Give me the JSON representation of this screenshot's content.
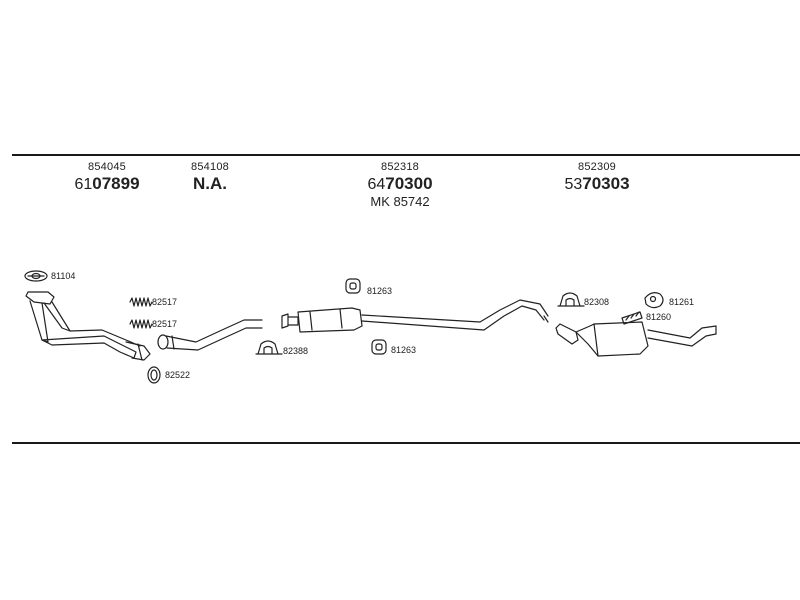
{
  "headers": [
    {
      "code": "854045",
      "part_prefix": "61",
      "part_bold": "07899",
      "sub": ""
    },
    {
      "code": "854108",
      "part_prefix": "",
      "part_bold": "N.A.",
      "sub": ""
    },
    {
      "code": "852318",
      "part_prefix": "64",
      "part_bold": "70300",
      "sub": "MK 85742"
    },
    {
      "code": "852309",
      "part_prefix": "53",
      "part_bold": "70303",
      "sub": ""
    }
  ],
  "part_labels": {
    "gasket_front": "81104",
    "spring_1": "82517",
    "spring_2": "82517",
    "ring": "82522",
    "clamp_mid": "82388",
    "hanger_top": "81263",
    "hanger_bottom": "81263",
    "clamp_rear": "82308",
    "hanger_rear_1": "81261",
    "hanger_rear_2": "81260"
  }
}
